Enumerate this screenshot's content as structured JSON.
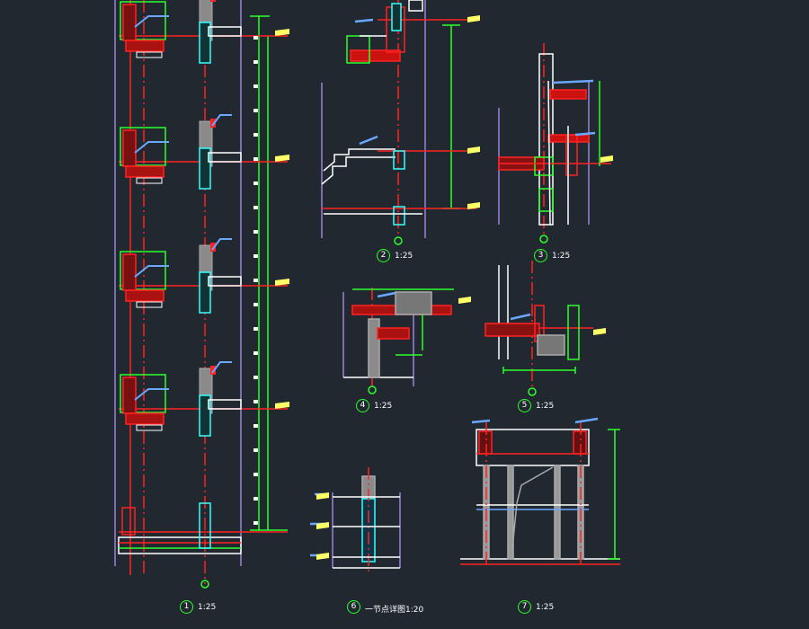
{
  "colors": {
    "background": "#212830",
    "axis_red": "#ff2222",
    "dimension_green": "#2cff2c",
    "rebar_cyan": "#33ffff",
    "outline_white": "#ffffff",
    "concrete_gray": "#9a9a9a",
    "annotation_blue": "#6aa8ff",
    "text_yellow": "#ffff66",
    "frame_purple": "#9a86d8"
  },
  "details": [
    {
      "id": "d1",
      "number": "1",
      "scale": "1:25"
    },
    {
      "id": "d2",
      "number": "2",
      "scale": "1:25"
    },
    {
      "id": "d3",
      "number": "3",
      "scale": "1:25"
    },
    {
      "id": "d4",
      "number": "4",
      "scale": "1:25"
    },
    {
      "id": "d5",
      "number": "5",
      "scale": "1:25"
    },
    {
      "id": "d6",
      "number": "6",
      "scale": "一节点详图1:20"
    },
    {
      "id": "d7",
      "number": "7",
      "scale": "1:25"
    }
  ],
  "icons": {
    "section-marker": "circle-symbol",
    "annotation-leader": "leader-line",
    "elevation-tag": "yellow-flag"
  }
}
